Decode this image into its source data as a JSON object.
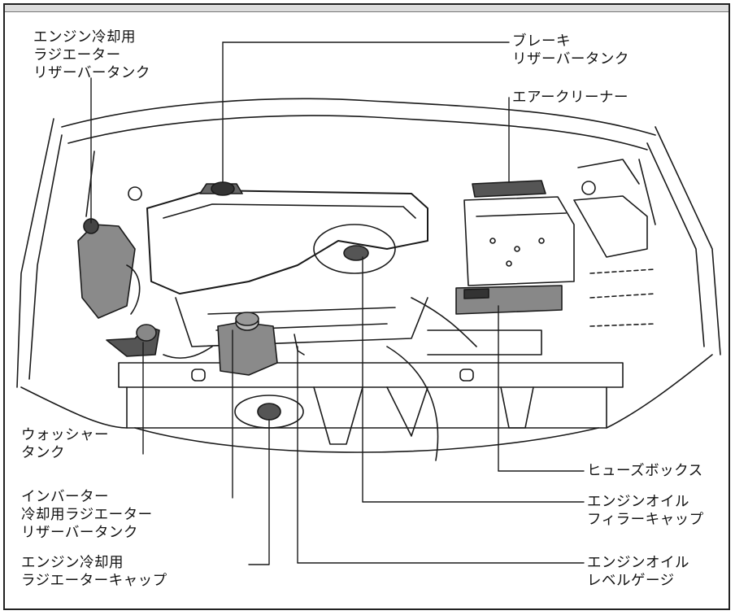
{
  "callouts": {
    "engine_coolant_reservoir": [
      "エンジン冷却用",
      "ラジエーター",
      "リザーバータンク"
    ],
    "brake_reservoir": [
      "ブレーキ",
      "リザーバータンク"
    ],
    "air_cleaner": [
      "エアークリーナー"
    ],
    "washer_tank": [
      "ウォッシャー",
      "タンク"
    ],
    "inverter_coolant_reservoir": [
      "インバーター",
      "冷却用ラジエーター",
      "リザーバータンク"
    ],
    "engine_radiator_cap": [
      "エンジン冷却用",
      "ラジエーターキャップ"
    ],
    "fuse_box": [
      "ヒューズボックス"
    ],
    "oil_filler_cap": [
      "エンジンオイル",
      "フィラーキャップ"
    ],
    "oil_dipstick": [
      "エンジンオイル",
      "レベルゲージ"
    ]
  }
}
